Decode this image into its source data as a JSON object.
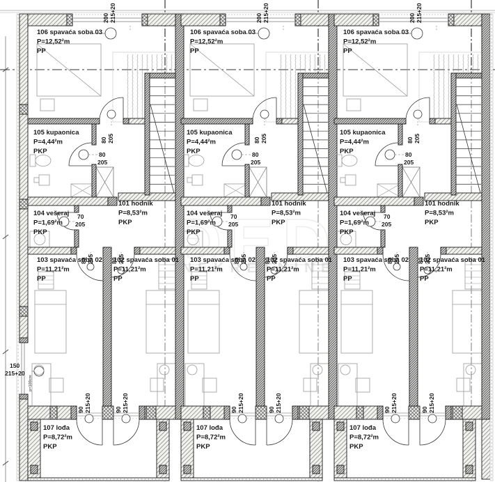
{
  "plan": {
    "unit_count": 3,
    "rooms": [
      {
        "id": "106",
        "name": "spavaća soba 03",
        "area": "P=12,52²m",
        "finish": "PP"
      },
      {
        "id": "105",
        "name": "kupaonica",
        "area": "P=4,44²m",
        "finish": "PKP"
      },
      {
        "id": "104",
        "name": "vešeraj",
        "area": "P=1,69²m",
        "finish": "PKP"
      },
      {
        "id": "101",
        "name": "hodnik",
        "area": "P=8,53²m",
        "finish": "PKP"
      },
      {
        "id": "103",
        "name": "spavaća soba 02",
        "area": "P=11,21²m",
        "finish": "PP"
      },
      {
        "id": "102",
        "name": "spavaća soba 01",
        "area": "P=11,21²m",
        "finish": "PP"
      },
      {
        "id": "107",
        "name": "lođa",
        "area": "P=8,72²m",
        "finish": "PKP"
      }
    ],
    "dims": {
      "top_window": [
        "200",
        "215+20"
      ],
      "interior_door_80": [
        "80",
        "205"
      ],
      "laundry_door": [
        "70",
        "205"
      ],
      "loggia_door": [
        "90",
        "215+20"
      ],
      "side_window": [
        "150",
        "215+20"
      ],
      "parapet_note": "p=100cm"
    },
    "watermark": {
      "logo": "ĐED",
      "text": "NEKRETNINE"
    },
    "colors": {
      "line": "#191919",
      "furniture": "#9a9a9a",
      "dim": "#1a1a1a",
      "centerline": "#555555"
    }
  }
}
